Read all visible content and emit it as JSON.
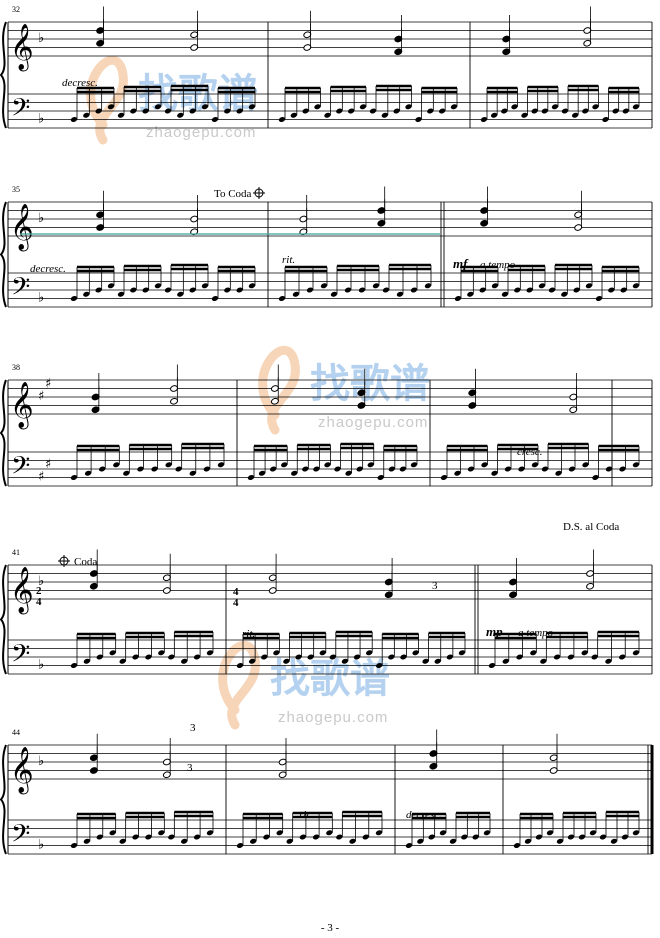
{
  "page": {
    "page_number": "- 3 -"
  },
  "watermark": {
    "brand_cn": "找歌谱",
    "site": "zhaogepu.com"
  },
  "systems": [
    {
      "first_measure": "32",
      "marks": [
        {
          "kind": "dyn",
          "text": "decresc.",
          "role": "decresc-1"
        }
      ]
    },
    {
      "first_measure": "35",
      "marks": [
        {
          "kind": "dyn",
          "text": "decresc.",
          "role": "decresc-2"
        },
        {
          "kind": "txt",
          "text": "To Coda",
          "role": "to-coda"
        },
        {
          "kind": "dyn",
          "text": "rit.",
          "role": "rit-1"
        },
        {
          "kind": "dynb",
          "text": "mf",
          "role": "mf"
        },
        {
          "kind": "dyn",
          "text": "a tempo",
          "role": "a-tempo-1"
        }
      ]
    },
    {
      "first_measure": "38",
      "marks": [
        {
          "kind": "dyn",
          "text": "cresc.",
          "role": "cresc"
        },
        {
          "kind": "txt",
          "text": "D.S. al Coda",
          "role": "ds-al-coda"
        }
      ]
    },
    {
      "first_measure": "41",
      "marks": [
        {
          "kind": "txt",
          "text": "Coda",
          "role": "coda"
        },
        {
          "kind": "txt",
          "text": "2",
          "role": "time-sig-2-top"
        },
        {
          "kind": "txt",
          "text": "4",
          "role": "time-sig-2-bottom"
        },
        {
          "kind": "dyn",
          "text": "rit.",
          "role": "rit-2"
        },
        {
          "kind": "txt",
          "text": "4",
          "role": "time-sig-4-top"
        },
        {
          "kind": "txt",
          "text": "4",
          "role": "time-sig-4-bottom"
        },
        {
          "kind": "txt",
          "text": "3",
          "role": "triplet-1"
        },
        {
          "kind": "dynb",
          "text": "mp",
          "role": "mp"
        },
        {
          "kind": "dyn",
          "text": "a tempo",
          "role": "a-tempo-2"
        }
      ]
    },
    {
      "first_measure": "44",
      "marks": [
        {
          "kind": "txt",
          "text": "3",
          "role": "triplet-2"
        },
        {
          "kind": "txt",
          "text": "3",
          "role": "triplet-3"
        },
        {
          "kind": "dyn",
          "text": "rit.",
          "role": "rit-3"
        },
        {
          "kind": "dyn",
          "text": "decresc.",
          "role": "decresc-3"
        }
      ]
    }
  ],
  "colors": {
    "staff": "#000000",
    "watermark_logo": "#f3c39a",
    "watermark_brand": "#9cc4ea",
    "watermark_site": "#c9c9c9",
    "tie_highlight": "#3fa39a"
  },
  "icons": [
    "treble-clef-icon",
    "bass-clef-icon",
    "coda-sign-icon",
    "flat-sign-icon",
    "sharp-sign-icon",
    "natural-sign-icon"
  ]
}
